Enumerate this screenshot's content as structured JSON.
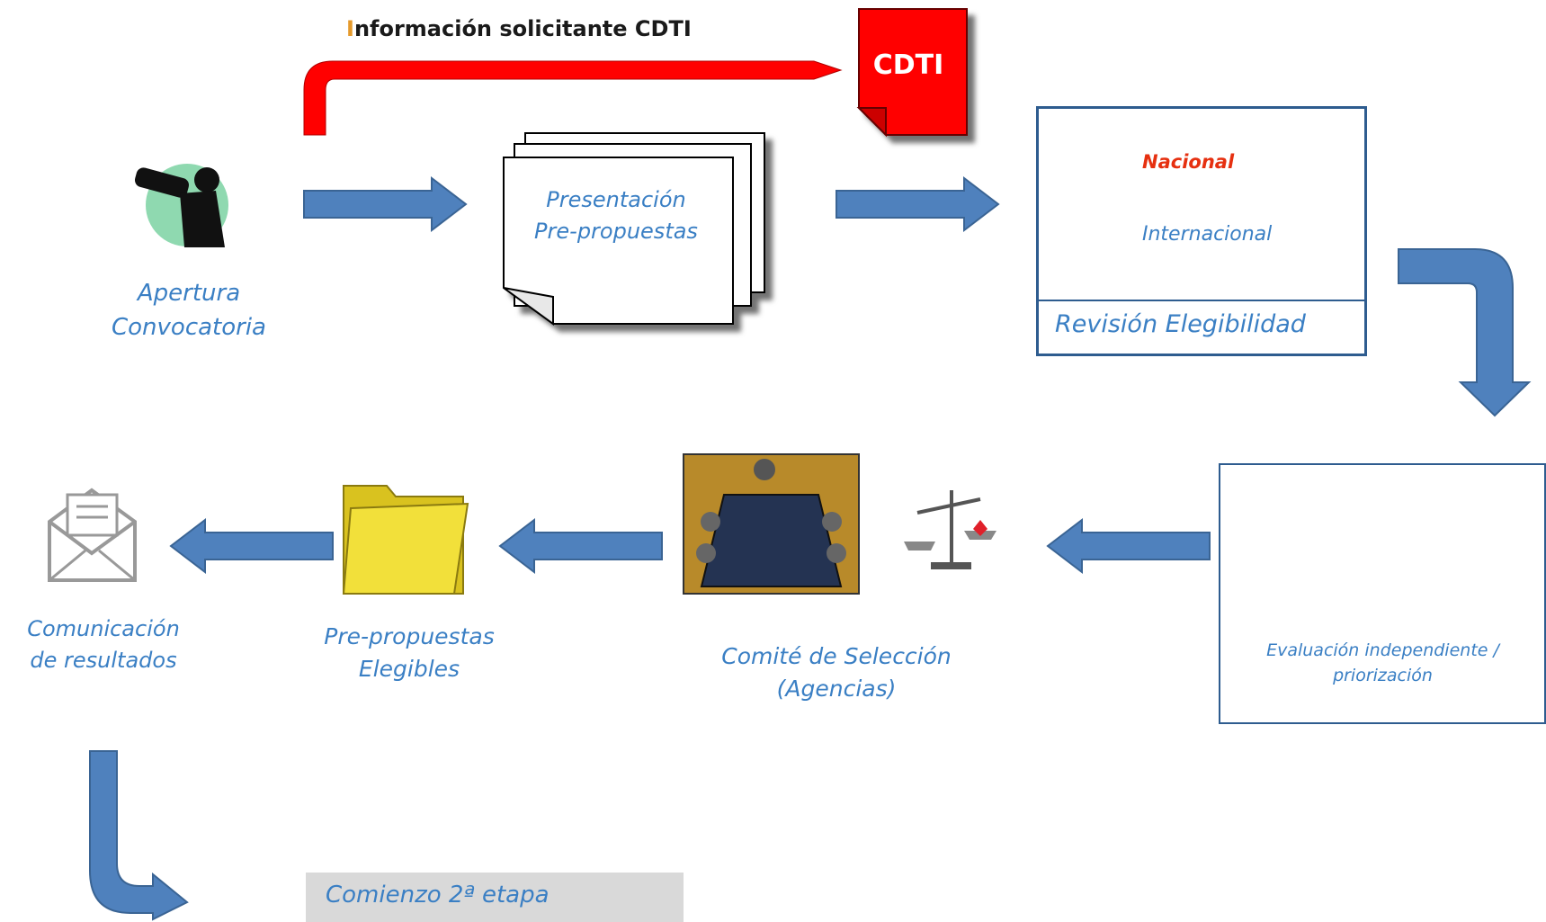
{
  "top_flow": {
    "info_label_first": "I",
    "info_label_rest": "nformación solicitante CDTI",
    "cdti_label": "CDTI"
  },
  "nodes": {
    "apertura": "Apertura\nConvocatoria",
    "presentacion": "Presentación\nPre-propuestas",
    "revision": {
      "nacional": "Nacional",
      "internacional": "Internacional",
      "footer": "Revisión Elegibilidad"
    },
    "evaluacion": "Evaluación independiente /\npriorización",
    "comite": "Comité de Selección\n(Agencias)",
    "preprop_elegibles": "Pre-propuestas\nElegibles",
    "comunicacion": "Comunicación\nde resultados",
    "stage2": "Comienzo 2ª etapa"
  },
  "colors": {
    "arrow_blue": "#4f81bd",
    "label_blue": "#3a7fc4",
    "cdti_red": "#ff0000",
    "box_border": "#2e5c8f"
  },
  "icons": [
    "binoculars-person-icon",
    "document-stack-icon",
    "cdti-document-icon",
    "clipboard-icon",
    "red-arrow-icon",
    "computer-users-icon",
    "scales-icon",
    "meeting-table-icon",
    "folder-icon",
    "envelope-icon"
  ]
}
